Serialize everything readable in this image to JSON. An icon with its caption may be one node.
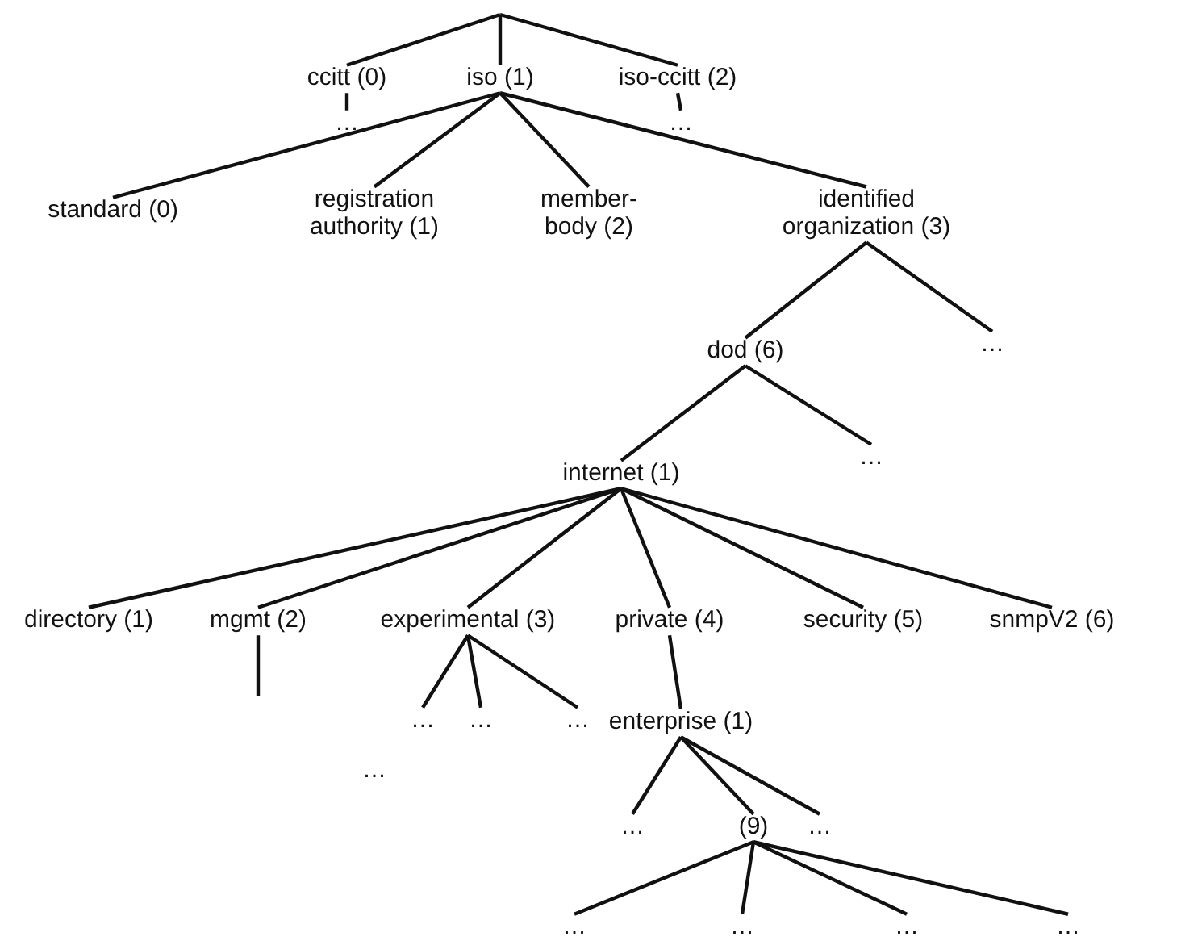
{
  "diagram": {
    "nodes": [
      {
        "text": [
          "ccitt (0)"
        ]
      },
      {
        "text": [
          "iso (1)"
        ]
      },
      {
        "text": [
          "iso-ccitt (2)"
        ]
      },
      {
        "text": [
          "…"
        ]
      },
      {
        "text": [
          "…"
        ]
      },
      {
        "text": [
          "standard (0)"
        ]
      },
      {
        "text": [
          "registration authority (1)"
        ]
      },
      {
        "text": [
          "member-body (2)"
        ]
      },
      {
        "text": [
          "identified organization (3)"
        ]
      },
      {
        "text": [
          "dod (6)"
        ]
      },
      {
        "text": [
          "…"
        ]
      },
      {
        "text": [
          "internet (1)"
        ]
      },
      {
        "text": [
          "…"
        ]
      },
      {
        "text": [
          "directory (1)"
        ]
      },
      {
        "text": [
          "mgmt (2)"
        ]
      },
      {
        "text": [
          "experimental (3)"
        ]
      },
      {
        "text": [
          "private (4)"
        ]
      },
      {
        "text": [
          "security (5)"
        ]
      },
      {
        "text": [
          "snmpV2 (6)"
        ]
      },
      {
        "text": [
          "…"
        ]
      },
      {
        "text": [
          "…"
        ]
      },
      {
        "text": [
          "…"
        ]
      },
      {
        "text": [
          "enterprise (1)"
        ]
      },
      {
        "text": [
          "…"
        ]
      },
      {
        "text": [
          "(9)"
        ]
      },
      {
        "text": [
          "…"
        ]
      },
      {
        "text": [
          "…"
        ]
      },
      {
        "text": [
          "…"
        ]
      },
      {
        "text": [
          "…"
        ]
      },
      {
        "text": [
          "…"
        ]
      }
    ],
    "edges": [
      {
        "from": null,
        "to": 0,
        "arrow": "none"
      },
      {
        "from": null,
        "to": 1,
        "arrow": "none"
      },
      {
        "from": null,
        "to": 2,
        "arrow": "none"
      },
      {
        "from": 0,
        "to": 3,
        "arrow": "none"
      },
      {
        "from": 2,
        "to": 4,
        "arrow": "none"
      },
      {
        "from": 1,
        "to": 5,
        "arrow": "none"
      },
      {
        "from": 1,
        "to": 6,
        "arrow": "none"
      },
      {
        "from": 1,
        "to": 7,
        "arrow": "none"
      },
      {
        "from": 1,
        "to": 8,
        "arrow": "none"
      },
      {
        "from": 8,
        "to": 9,
        "arrow": "none"
      },
      {
        "from": 8,
        "to": 10,
        "arrow": "none"
      },
      {
        "from": 9,
        "to": 11,
        "arrow": "none"
      },
      {
        "from": 9,
        "to": 12,
        "arrow": "none"
      },
      {
        "from": 11,
        "to": 13,
        "arrow": "none"
      },
      {
        "from": 11,
        "to": 14,
        "arrow": "none"
      },
      {
        "from": 11,
        "to": 15,
        "arrow": "none"
      },
      {
        "from": 11,
        "to": 16,
        "arrow": "none"
      },
      {
        "from": 11,
        "to": 17,
        "arrow": "none"
      },
      {
        "from": 11,
        "to": 18,
        "arrow": "none"
      },
      {
        "from": 14,
        "to": null,
        "arrow": "none"
      },
      {
        "from": 15,
        "to": 19,
        "arrow": "none"
      },
      {
        "from": 15,
        "to": 20,
        "arrow": "none"
      },
      {
        "from": 15,
        "to": 21,
        "arrow": "none"
      },
      {
        "from": 16,
        "to": 22,
        "arrow": "none"
      },
      {
        "from": 22,
        "to": 23,
        "arrow": "none"
      },
      {
        "from": 22,
        "to": 24,
        "arrow": "none"
      },
      {
        "from": 22,
        "to": 25,
        "arrow": "none"
      },
      {
        "from": 24,
        "to": 26,
        "arrow": "none"
      },
      {
        "from": 24,
        "to": 27,
        "arrow": "none"
      },
      {
        "from": 24,
        "to": 28,
        "arrow": "none"
      },
      {
        "from": 24,
        "to": 29,
        "arrow": "none"
      }
    ],
    "labels": [
      "…"
    ]
  }
}
